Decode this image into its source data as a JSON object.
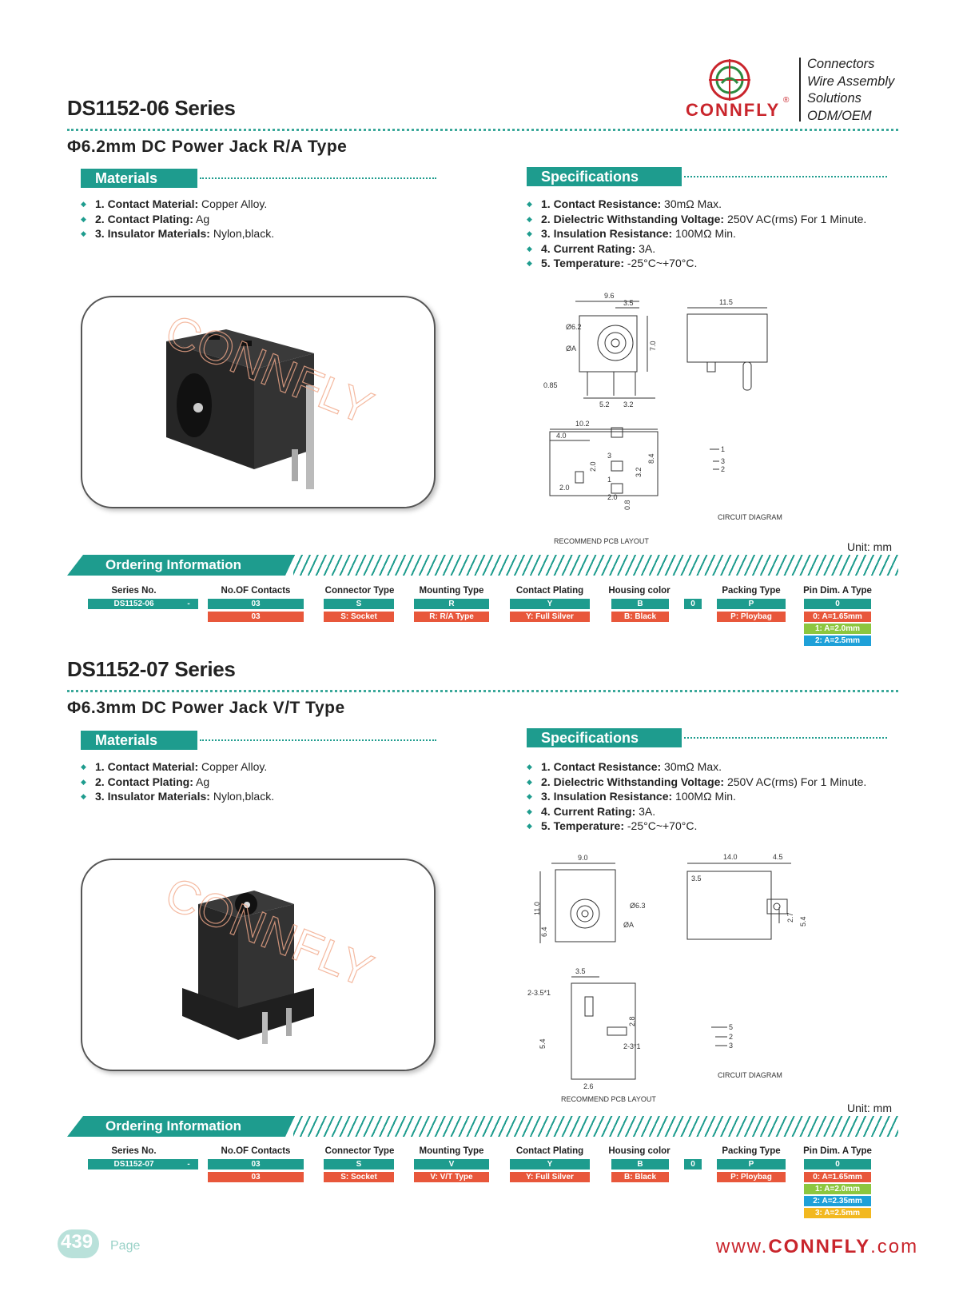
{
  "header": {
    "brand": "CONNFLY",
    "registered": "®",
    "tagline": [
      "Connectors",
      "Wire Assembly",
      "Solutions",
      "ODM/OEM"
    ]
  },
  "s1": {
    "series": "DS1152-06 Series",
    "subtitle": "Φ6.2mm DC Power Jack R/A Type",
    "materials_title": "Materials",
    "materials": [
      {
        "k": "1. Contact Material:",
        "v": " Copper Alloy."
      },
      {
        "k": "2. Contact Plating:",
        "v": " Ag"
      },
      {
        "k": "3. Insulator Materials:",
        "v": " Nylon,black."
      }
    ],
    "spec_title": "Specifications",
    "specs": [
      {
        "k": "1. Contact Resistance:",
        "v": " 30mΩ Max."
      },
      {
        "k": "2. Dielectric Withstanding Voltage:",
        "v": " 250V AC(rms) For 1 Minute."
      },
      {
        "k": "3. Insulation Resistance:",
        "v": " 100MΩ Min."
      },
      {
        "k": "4. Current Rating:",
        "v": " 3A."
      },
      {
        "k": "5. Temperature:",
        "v": " -25°C~+70°C."
      }
    ],
    "dims": {
      "d96": "9.6",
      "d35": "3.5",
      "d115": "11.5",
      "d62": "Ø6.2",
      "dA": "ØA",
      "d70": "7.0",
      "d085": "0.85",
      "d52": "5.2",
      "d32": "3.2",
      "d102": "10.2",
      "d40": "4.0",
      "d20a": "2.0",
      "d20b": "2.0",
      "d20c": "2.0",
      "d32b": "3.2",
      "d84": "8.4",
      "d08": "0.8",
      "p3": "3",
      "p1": "1",
      "p2": "2"
    },
    "pcb_label": "RECOMMEND PCB LAYOUT",
    "circuit_label": "CIRCUIT DIAGRAM",
    "unit": "Unit: mm",
    "ordering_title": "Ordering Information",
    "series_no": "DS1152-06",
    "dash": "-",
    "zero": "0",
    "cols": [
      {
        "h": "No.OF Contacts",
        "code": "03",
        "desc": "03"
      },
      {
        "h": "Connector Type",
        "code": "S",
        "desc": "S: Socket"
      },
      {
        "h": "Mounting Type",
        "code": "R",
        "desc": "R: R/A Type"
      },
      {
        "h": "Contact Plating",
        "code": "Y",
        "desc": "Y: Full Silver"
      },
      {
        "h": "Housing color",
        "code": "B",
        "desc": "B:  Black"
      },
      {
        "h": "Packing Type",
        "code": "P",
        "desc": "P: Ploybag"
      }
    ],
    "pin_h": "Pin Dim. A Type",
    "pin_code": "0",
    "pins": [
      "0: A=1.65mm",
      "1: A=2.0mm",
      "2: A=2.5mm"
    ],
    "series_h": "Series No."
  },
  "s2": {
    "series": "DS1152-07 Series",
    "subtitle": "Φ6.3mm DC Power Jack V/T Type",
    "materials_title": "Materials",
    "materials": [
      {
        "k": "1. Contact Material:",
        "v": " Copper Alloy."
      },
      {
        "k": "2. Contact Plating:",
        "v": " Ag"
      },
      {
        "k": "3. Insulator Materials:",
        "v": " Nylon,black."
      }
    ],
    "spec_title": "Specifications",
    "specs": [
      {
        "k": "1. Contact Resistance:",
        "v": " 30mΩ Max."
      },
      {
        "k": "2. Dielectric Withstanding Voltage:",
        "v": " 250V AC(rms) For 1 Minute."
      },
      {
        "k": "3. Insulation Resistance:",
        "v": " 100MΩ Min."
      },
      {
        "k": "4. Current Rating:",
        "v": " 3A."
      },
      {
        "k": "5. Temperature:",
        "v": " -25°C~+70°C."
      }
    ],
    "dims": {
      "d90": "9.0",
      "d140": "14.0",
      "d45": "4.5",
      "d35": "3.5",
      "d63": "Ø6.3",
      "dA": "ØA",
      "d110": "11.0",
      "d64": "6.4",
      "d27": "2.7",
      "d54": "5.4",
      "d35b": "3.5",
      "h2351": "2-3.5*1",
      "d54b": "5.4",
      "d28": "2.8",
      "h231": "2-3*1",
      "d26": "2.6",
      "p5": "5",
      "p2": "2",
      "p3": "3"
    },
    "pcb_label": "RECOMMEND PCB LAYOUT",
    "circuit_label": "CIRCUIT DIAGRAM",
    "unit": "Unit: mm",
    "ordering_title": "Ordering Information",
    "series_no": "DS1152-07",
    "dash": "-",
    "zero": "0",
    "cols": [
      {
        "h": "No.OF Contacts",
        "code": "03",
        "desc": "03"
      },
      {
        "h": "Connector Type",
        "code": "S",
        "desc": "S: Socket"
      },
      {
        "h": "Mounting Type",
        "code": "V",
        "desc": "V: V/T Type"
      },
      {
        "h": "Contact Plating",
        "code": "Y",
        "desc": "Y: Full Silver"
      },
      {
        "h": "Housing color",
        "code": "B",
        "desc": "B:  Black"
      },
      {
        "h": "Packing Type",
        "code": "P",
        "desc": "P: Ploybag"
      }
    ],
    "pin_h": "Pin Dim. A Type",
    "pin_code": "0",
    "pins": [
      "0: A=1.65mm",
      "1: A=2.0mm",
      "2: A=2.35mm",
      "3: A=2.5mm"
    ],
    "series_h": "Series No."
  },
  "footer": {
    "page": "439",
    "page_word": "Page",
    "url_pre": "www.",
    "url_brand": "CONNFLY",
    "url_post": ".com"
  },
  "watermark": "CONNFLY"
}
